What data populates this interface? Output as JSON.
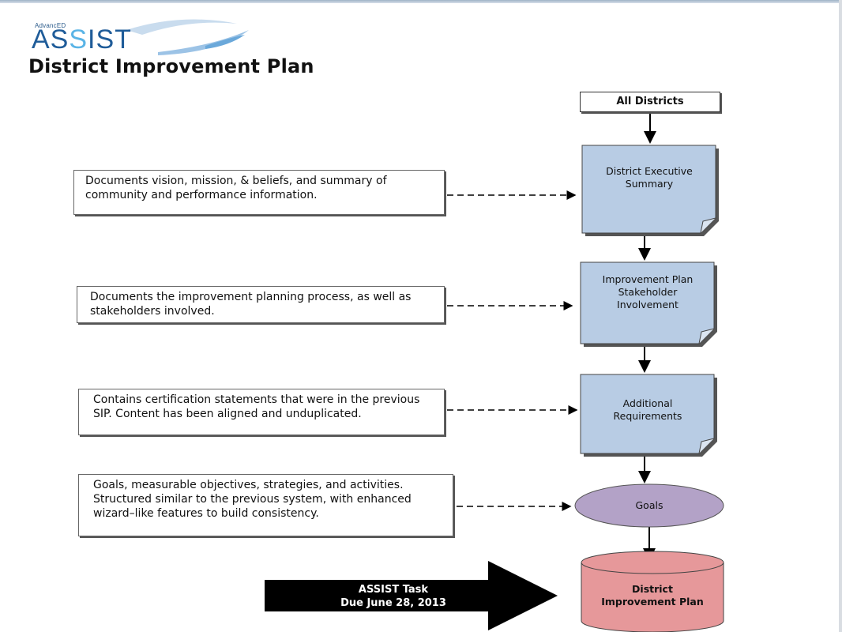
{
  "logo": {
    "small_text": "AdvancED",
    "main_text_a": "AS",
    "main_text_b": "S",
    "main_text_c": "IST"
  },
  "page_title": "District Improvement Plan",
  "start_node": "All Districts",
  "steps": [
    {
      "node": "District Executive Summary",
      "description": "Documents vision, mission, & beliefs, and summary of community and performance information."
    },
    {
      "node": "Improvement Plan Stakeholder Involvement",
      "description": "Documents the improvement planning process, as well as stakeholders involved."
    },
    {
      "node": "Additional Requirements",
      "description": "Contains certification statements that were in the previous SIP.  Content has been aligned and unduplicated."
    },
    {
      "node": "Goals",
      "description": "Goals, measurable objectives, strategies, and activities.  Structured similar to the previous system, with enhanced wizard–like features to build consistency."
    }
  ],
  "end_node": "District Improvement Plan",
  "task": {
    "line1": "ASSIST Task",
    "line2": "Due June 28, 2013"
  },
  "colors": {
    "document_fill": "#b8cce4",
    "goals_fill": "#b3a2c7",
    "cylinder_fill": "#e6989a",
    "arrow_fill": "#000000",
    "brand": "#1f5c99"
  }
}
